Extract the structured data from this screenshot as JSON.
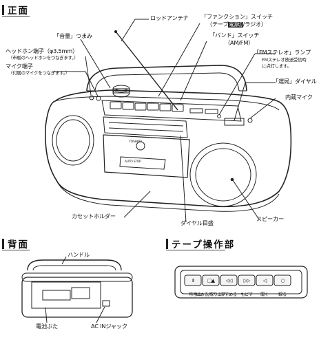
{
  "sections": {
    "front": "正面",
    "back": "背面",
    "tape": "テープ操作部"
  },
  "front_labels": {
    "antenna": "ロッドアンテナ",
    "function_switch": "「ファンクション」スイッチ",
    "function_sub_a": "（テープ",
    "function_sub_badge": "電源切",
    "function_sub_b": "/ラジオ）",
    "volume": "「音量」つまみ",
    "band_switch": "「バンド」スイッチ",
    "band_sub": "（AM/FM）",
    "headphone": "ヘッドホン端子（φ3.5mm）",
    "headphone_note": "（市販のヘッドホンをつなぎます。）",
    "mic_jack": "マイク端子",
    "mic_jack_note": "（付属のマイクをつなぎます。）",
    "fm_lamp": "「FMステレオ」ランプ",
    "fm_lamp_note1": "FMステレオ放送受信時",
    "fm_lamp_note2": "に点灯します。",
    "tuning": "「選局」ダイヤル",
    "builtin_mic": "内蔵マイク",
    "cassette": "カセットホルダー",
    "dial_scale": "ダイヤル目盛",
    "speaker": "スピーカー"
  },
  "back_labels": {
    "handle": "ハンドル",
    "battery_cover": "電池ぶた",
    "ac_in": "AC INジャック"
  },
  "tape_keys": [
    {
      "symbol": "II",
      "label": "一時停止",
      "icon": "pause-icon"
    },
    {
      "symbol": "□▲",
      "label": "止める/取り出す",
      "icon": "stop-eject-icon"
    },
    {
      "symbol": "◁◁",
      "label": "すすめる",
      "icon": "fast-forward-icon"
    },
    {
      "symbol": "▷▷",
      "label": "もどす",
      "icon": "rewind-icon"
    },
    {
      "symbol": "◁",
      "label": "聞く",
      "icon": "play-icon"
    },
    {
      "symbol": "○",
      "label": "録る",
      "icon": "record-icon"
    }
  ],
  "brand_mark": "TOSHIBA",
  "cassette_window_text": "AUTO STOP"
}
